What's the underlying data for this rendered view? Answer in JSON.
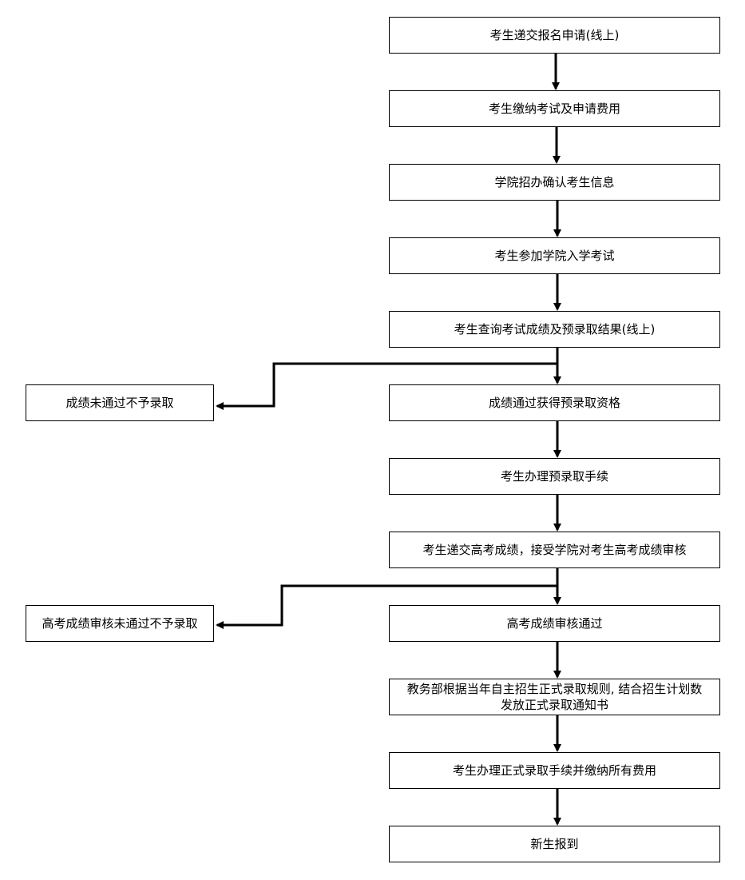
{
  "steps": [
    "考生递交报名申请(线上)",
    "考生缴纳考试及申请费用",
    "学院招办确认考生信息",
    "考生参加学院入学考试",
    "考生查询考试成绩及预录取结果(线上)",
    "成绩通过获得预录取资格",
    "考生办理预录取手续",
    "考生递交高考成绩，接受学院对考生高考成绩审核",
    "高考成绩审核通过",
    "教务部根据当年自主招生正式录取规则, 结合招生计划数",
    "发放正式录取通知书",
    "考生办理正式录取手续并缴纳所有费用",
    "新生报到"
  ],
  "branches": [
    "成绩未通过不予录取",
    "高考成绩审核未通过不予录取"
  ]
}
